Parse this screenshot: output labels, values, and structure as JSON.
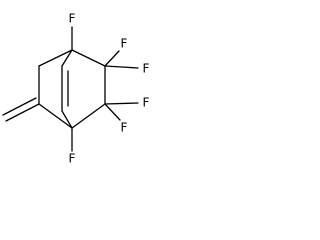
{
  "molecule": {
    "atoms": {
      "f_top": "F",
      "f_c7_upper": "F",
      "f_c7_right": "F",
      "f_c8_right": "F",
      "f_c8_lower": "F",
      "f_bottom": "F"
    }
  }
}
